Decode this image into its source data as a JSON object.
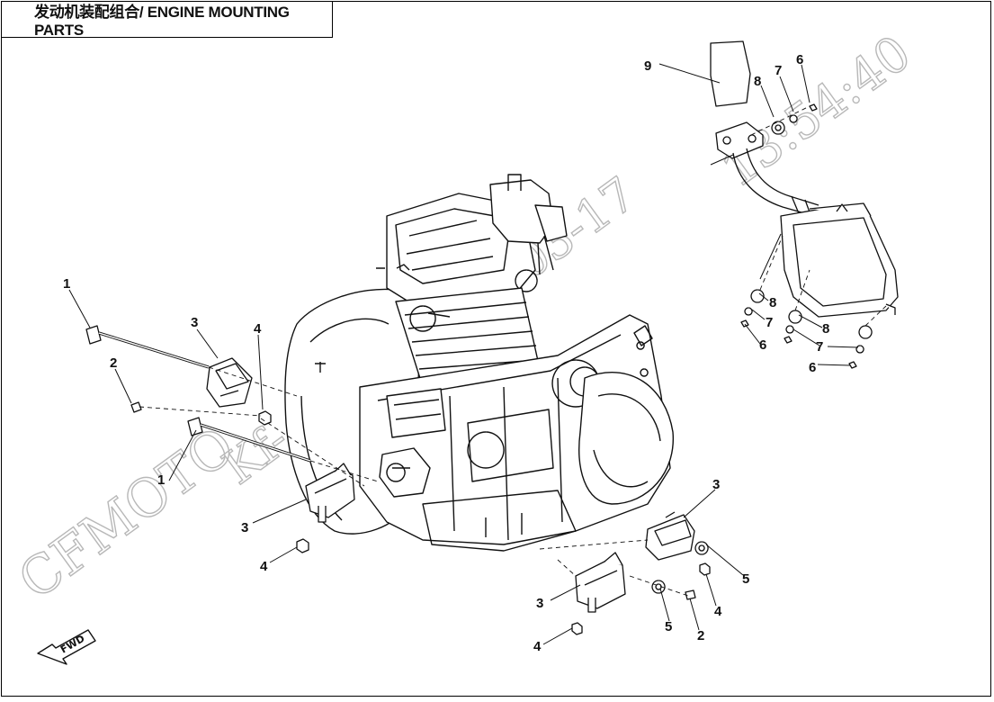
{
  "title": "发动机装配组合/ ENGINE MOUNTING PARTS",
  "watermark": {
    "brand": "CFMOTO",
    "code": "Kf-",
    "date": "2015-03-17",
    "time": "13:54:40"
  },
  "direction_arrow": {
    "label": "FWD"
  },
  "callouts": {
    "c1a": "1",
    "c2a": "2",
    "c3a": "3",
    "c4a": "4",
    "c1b": "1",
    "c3b": "3",
    "c4b": "4",
    "c3c": "3",
    "c5a": "5",
    "c4c": "4",
    "c3d": "3",
    "c5b": "5",
    "c2b": "2",
    "c4d": "4",
    "c9": "9",
    "c8a": "8",
    "c7a": "7",
    "c6a": "6",
    "c8b": "8",
    "c7b": "7",
    "c6b": "6",
    "c8c": "8",
    "c7c": "7",
    "c6c": "6"
  },
  "colors": {
    "line": "#111111",
    "watermark": "#b8b8b8",
    "background": "#ffffff"
  }
}
